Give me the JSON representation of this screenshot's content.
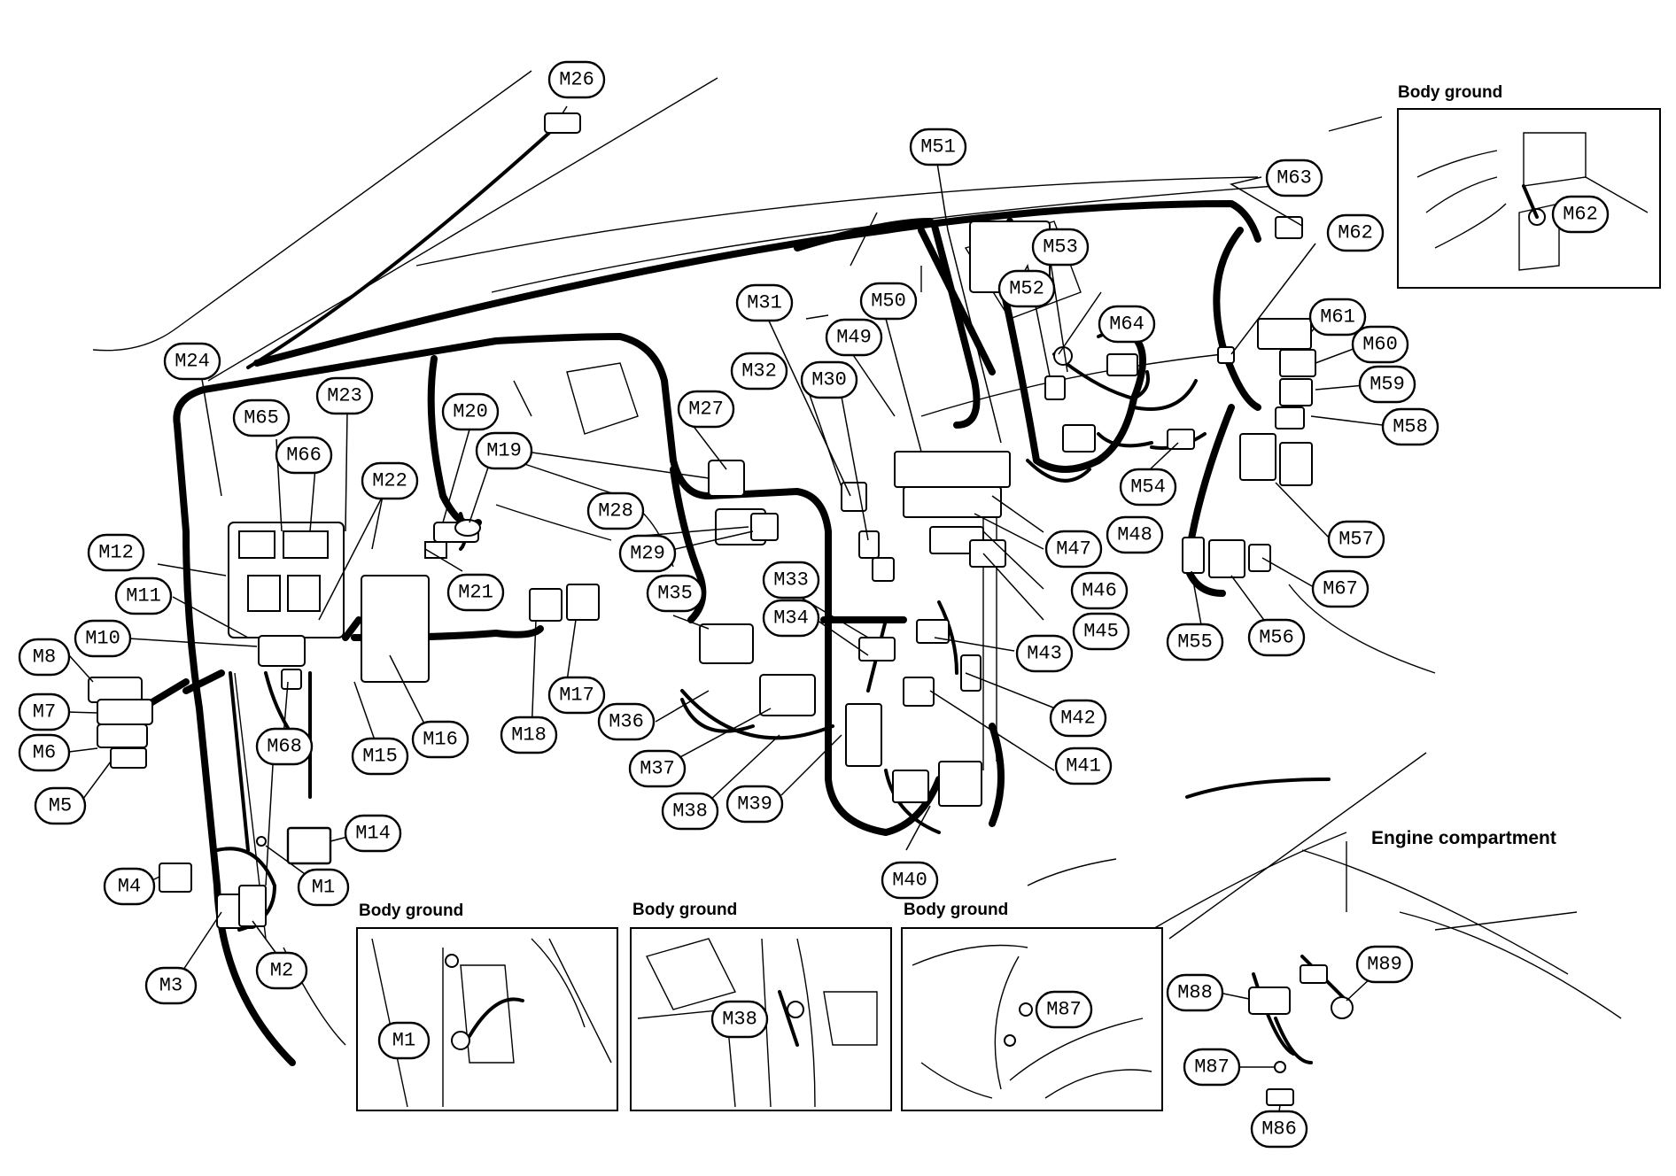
{
  "headings": {
    "body_ground_top_right": "Body ground",
    "body_ground_m1": "Body ground",
    "body_ground_m38": "Body ground",
    "body_ground_m87": "Body ground",
    "engine_compartment": "Engine compartment"
  },
  "callouts": {
    "M1": "M1",
    "M2": "M2",
    "M3": "M3",
    "M4": "M4",
    "M5": "M5",
    "M6": "M6",
    "M7": "M7",
    "M8": "M8",
    "M10": "M10",
    "M11": "M11",
    "M12": "M12",
    "M14": "M14",
    "M15": "M15",
    "M16": "M16",
    "M17": "M17",
    "M18": "M18",
    "M19": "M19",
    "M20": "M20",
    "M21": "M21",
    "M22": "M22",
    "M23": "M23",
    "M24": "M24",
    "M26": "M26",
    "M27": "M27",
    "M28": "M28",
    "M29": "M29",
    "M30": "M30",
    "M31": "M31",
    "M32": "M32",
    "M33": "M33",
    "M34": "M34",
    "M35": "M35",
    "M36": "M36",
    "M37": "M37",
    "M38": "M38",
    "M39": "M39",
    "M40": "M40",
    "M41": "M41",
    "M42": "M42",
    "M43": "M43",
    "M45": "M45",
    "M46": "M46",
    "M47": "M47",
    "M48": "M48",
    "M49": "M49",
    "M50": "M50",
    "M51": "M51",
    "M52": "M52",
    "M53": "M53",
    "M54": "M54",
    "M55": "M55",
    "M56": "M56",
    "M57": "M57",
    "M58": "M58",
    "M59": "M59",
    "M60": "M60",
    "M61": "M61",
    "M62": "M62",
    "M63": "M63",
    "M64": "M64",
    "M65": "M65",
    "M66": "M66",
    "M67": "M67",
    "M68": "M68",
    "M86": "M86",
    "M87": "M87",
    "M88": "M88",
    "M89": "M89",
    "inset_M62": "M62",
    "inset_M1": "M1",
    "inset_M38": "M38",
    "inset_M87": "M87"
  }
}
